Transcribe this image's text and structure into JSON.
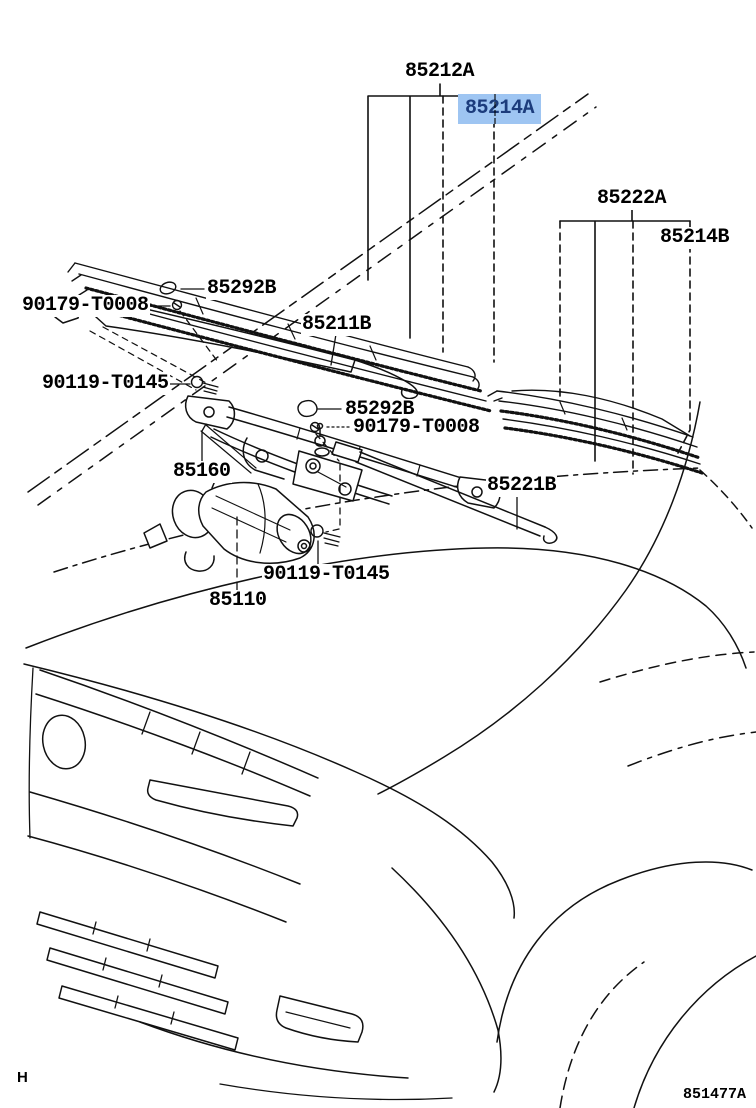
{
  "figure": {
    "footer_code": "851477A",
    "page_mark": "H"
  },
  "highlight": {
    "background": "#9EC5F2",
    "text_color": "#1C3C7C"
  },
  "part_labels": [
    {
      "part_number": "85212A",
      "highlighted": false
    },
    {
      "part_number": "85214A",
      "highlighted": true
    },
    {
      "part_number": "85222A",
      "highlighted": false
    },
    {
      "part_number": "85214B",
      "highlighted": false
    },
    {
      "part_number": "85292B",
      "highlighted": false
    },
    {
      "part_number": "90179-T0008",
      "highlighted": false
    },
    {
      "part_number": "85211B",
      "highlighted": false
    },
    {
      "part_number": "90119-T0145",
      "highlighted": false
    },
    {
      "part_number": "85292B",
      "highlighted": false
    },
    {
      "part_number": "90179-T0008",
      "highlighted": false
    },
    {
      "part_number": "85160",
      "highlighted": false
    },
    {
      "part_number": "85221B",
      "highlighted": false
    },
    {
      "part_number": "90119-T0145",
      "highlighted": false
    },
    {
      "part_number": "85110",
      "highlighted": false
    }
  ]
}
